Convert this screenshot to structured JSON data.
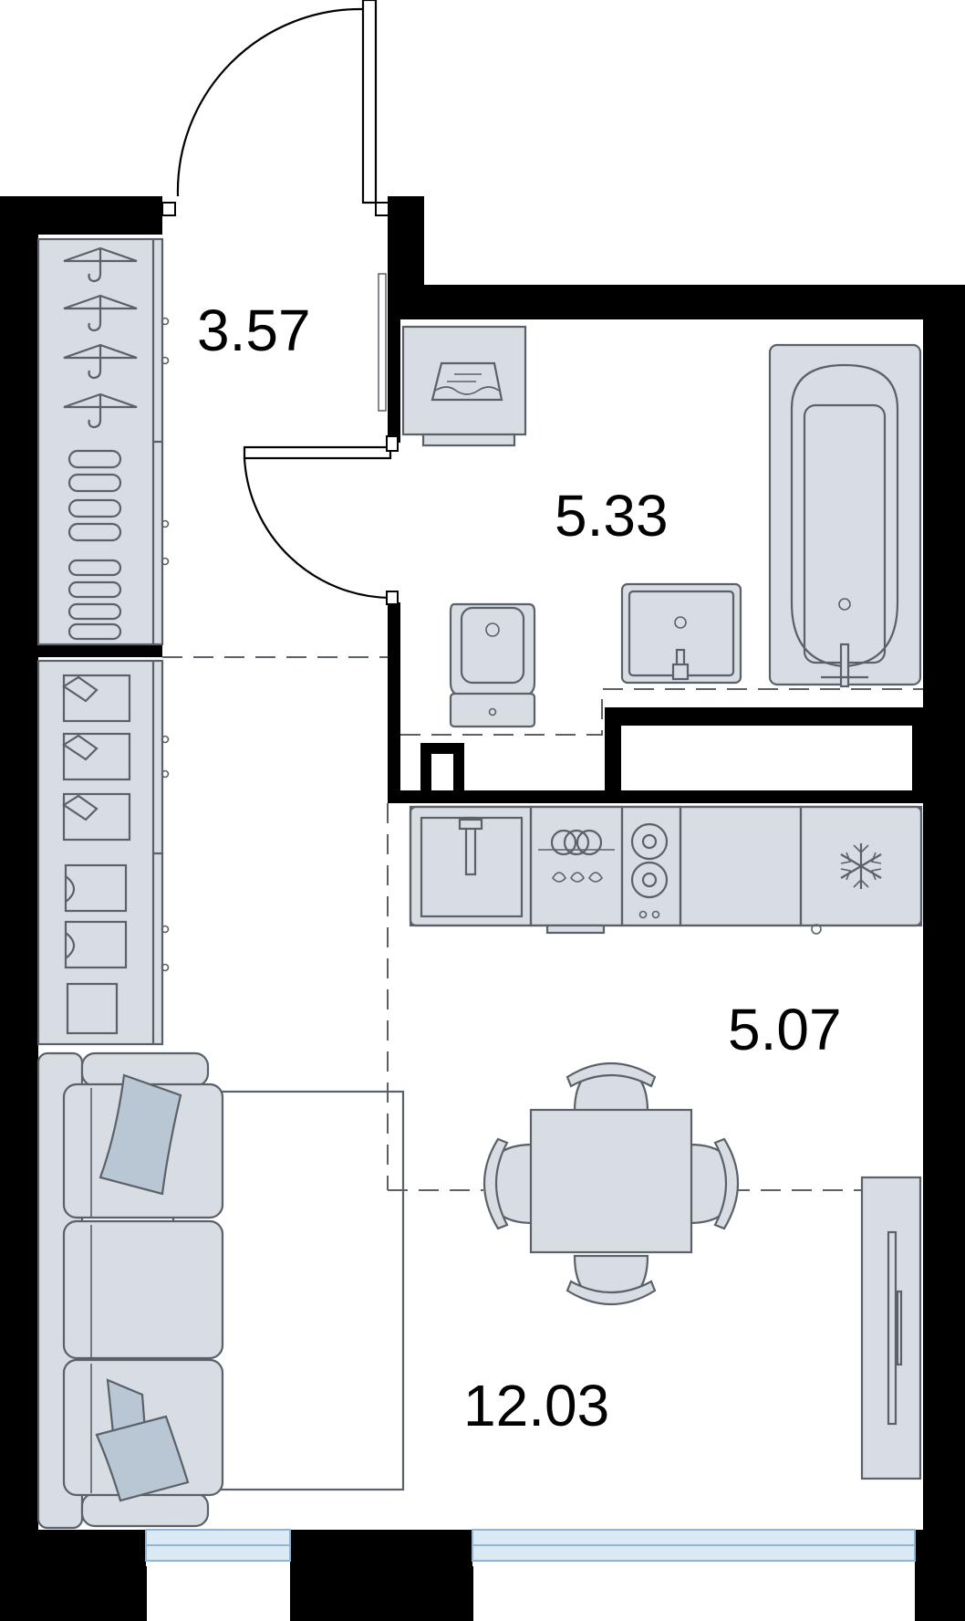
{
  "rooms": [
    {
      "id": "hall",
      "area": "3.57"
    },
    {
      "id": "bathroom",
      "area": "5.33"
    },
    {
      "id": "kitchen",
      "area": "5.07"
    },
    {
      "id": "living",
      "area": "12.03"
    }
  ],
  "colors": {
    "wall": "#000000",
    "furniture_fill": "#d8dce3",
    "furniture_stroke": "#5b6169",
    "pillow_fill": "#b9c6d4",
    "window_fill": "#dbe9f5",
    "window_stroke": "#8fb6d8"
  },
  "icons": [
    "hanger-icon",
    "shoe-icon",
    "folded-shirt-icon",
    "sink-icon",
    "dishwasher-icon",
    "stove-icon",
    "snowflake-icon",
    "washing-machine-icon",
    "toilet-icon",
    "bathtub-icon",
    "tv-icon",
    "chair-icon",
    "pillow-icon"
  ]
}
